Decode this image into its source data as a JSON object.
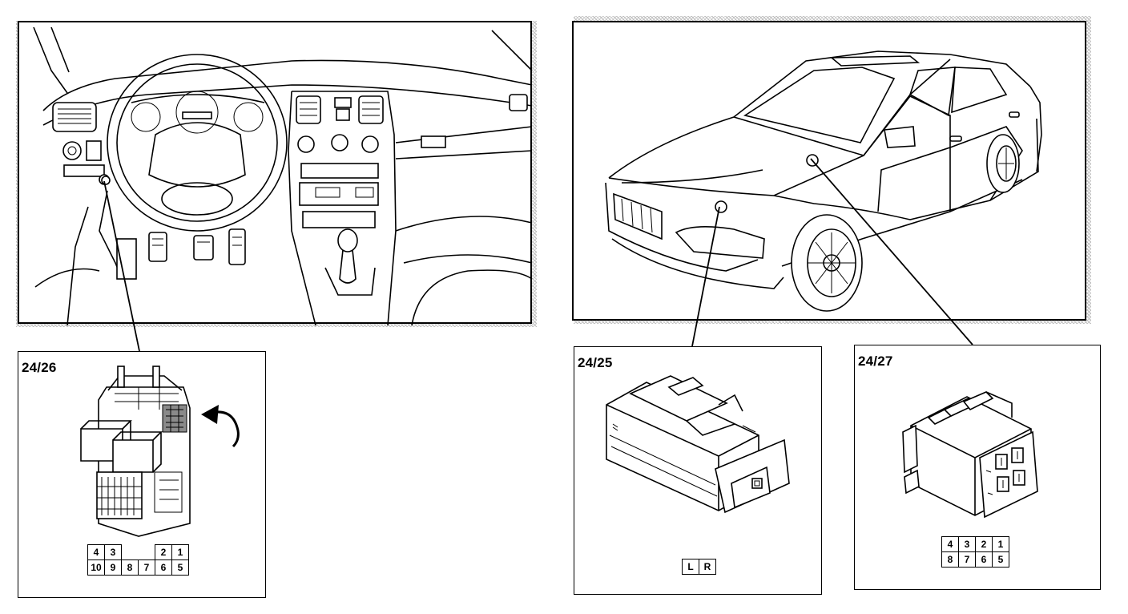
{
  "callouts": {
    "dash": "24/26",
    "left": "24/25",
    "right": "24/27"
  },
  "connector_24_26": {
    "row1": [
      "4",
      "3",
      "",
      "",
      "2",
      "1"
    ],
    "row2": [
      "10",
      "9",
      "8",
      "7",
      "6",
      "5"
    ]
  },
  "connector_24_25": {
    "row": [
      "L",
      "R"
    ]
  },
  "connector_24_27": {
    "row1": [
      "4",
      "3",
      "2",
      "1"
    ],
    "row2": [
      "8",
      "7",
      "6",
      "5"
    ]
  }
}
